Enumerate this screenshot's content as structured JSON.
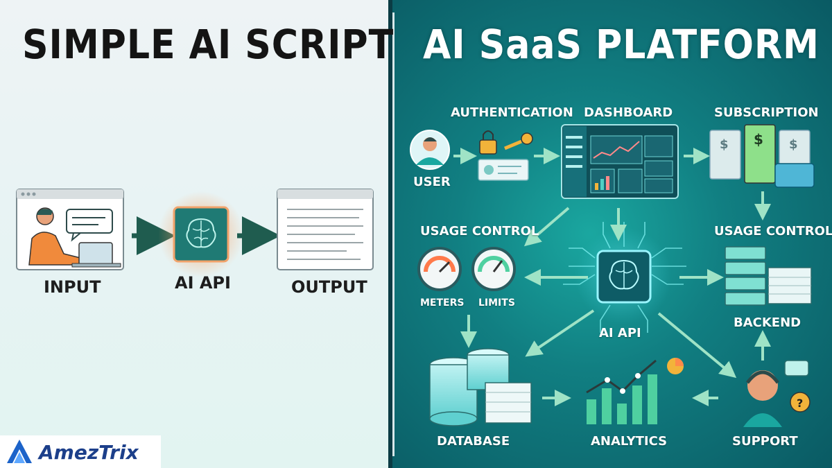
{
  "left_panel": {
    "title": "SIMPLE AI SCRIPT",
    "input_label": "INPUT",
    "ai_api_label": "AI API",
    "output_label": "OUTPUT"
  },
  "right_panel": {
    "title": "AI SaaS PLATFORM",
    "user_label": "USER",
    "authentication_label": "AUTHENTICATION",
    "dashboard_label": "DASHBOARD",
    "subscription_label": "SUBSCRIPTION",
    "usage_control_left_label": "USAGE CONTROL",
    "usage_control_right_label": "USAGE CONTROL",
    "meters_label": "METERS",
    "limits_label": "LIMITS",
    "ai_api_label": "AI API",
    "backend_label": "BACKEND",
    "database_label": "DATABASE",
    "analytics_label": "ANALYTICS",
    "support_label": "SUPPORT"
  },
  "logo": {
    "text": "AmezTrix"
  },
  "colors": {
    "arrow_left": "#1f5c4f",
    "teal_accent": "#22c4b8",
    "glow": "#f7b27a",
    "brand_blue": "#1c63c9"
  }
}
